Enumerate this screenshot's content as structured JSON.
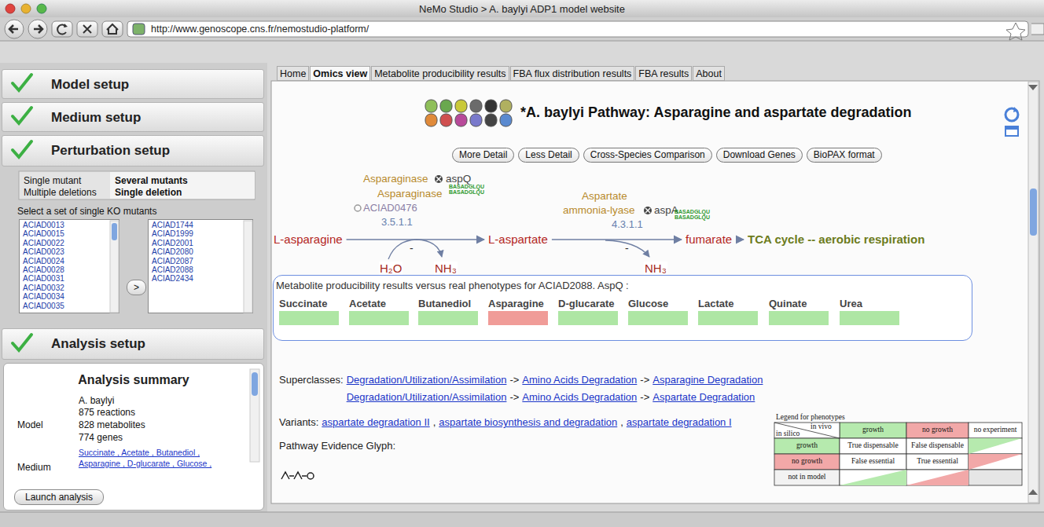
{
  "diagram": {
    "title": "*A. baylyi Pathway: Asparagine and aspartate degradation",
    "nodes": [
      {
        "text": [
          "Model setup"
        ]
      },
      {
        "text": [
          "Medium setup"
        ]
      },
      {
        "text": [
          "Perturbation setup"
        ]
      },
      {
        "text": [
          "ACIAD0013",
          "ACIAD0015",
          "ACIAD0022",
          "ACIAD0023",
          "ACIAD0024",
          "ACIAD0028",
          "ACIAD0031",
          "ACIAD0032",
          "ACIAD0034",
          "ACIAD0035"
        ]
      },
      {
        "text": [
          ">"
        ]
      },
      {
        "text": [
          "ACIAD1744",
          "ACIAD1999",
          "ACIAD2001",
          "ACIAD2080",
          "ACIAD2087",
          "ACIAD2088",
          "ACIAD2434"
        ]
      },
      {
        "text": [
          "Analysis setup"
        ]
      },
      {
        "text": [
          "Analysis summary"
        ]
      },
      {
        "text": [
          "Launch analysis"
        ]
      },
      {
        "text": [
          "Home"
        ]
      },
      {
        "text": [
          "Omics view"
        ]
      },
      {
        "text": [
          "Metabolite producibility results"
        ]
      },
      {
        "text": [
          "FBA flux distribution results"
        ]
      },
      {
        "text": [
          "FBA results"
        ]
      },
      {
        "text": [
          "About"
        ]
      },
      {
        "text": [
          "More Detail"
        ]
      },
      {
        "text": [
          "Less Detail"
        ]
      },
      {
        "text": [
          "Cross-Species Comparison"
        ]
      },
      {
        "text": [
          "Download Genes"
        ]
      },
      {
        "text": [
          "BioPAX format"
        ]
      },
      {
        "text": [
          "L-asparagine"
        ]
      },
      {
        "text": [
          "L-aspartate"
        ]
      },
      {
        "text": [
          "fumarate"
        ]
      },
      {
        "text": [
          "TCA cycle -- aerobic respiration"
        ]
      },
      {
        "text": [
          "Metabolite producibility results versus real phenotypes for ACIAD2088. AspQ :"
        ]
      },
      {
        "text": [
          "Succinate"
        ],
        "in": 24
      },
      {
        "text": [
          "Acetate"
        ],
        "in": 24
      },
      {
        "text": [
          "Butanediol"
        ],
        "in": 24
      },
      {
        "text": [
          "Asparagine"
        ],
        "in": 24
      },
      {
        "text": [
          "D-glucarate"
        ],
        "in": 24
      },
      {
        "text": [
          "Glucose"
        ],
        "in": 24
      },
      {
        "text": [
          "Lactate"
        ],
        "in": 24
      },
      {
        "text": [
          "Quinate"
        ],
        "in": 24
      },
      {
        "text": [
          "Urea"
        ],
        "in": 24
      }
    ],
    "edges": [
      {
        "from": 20,
        "to": 21,
        "arrow": "to"
      },
      {
        "from": 21,
        "to": 22,
        "arrow": "to"
      },
      {
        "from": 22,
        "to": 23,
        "arrow": "to"
      }
    ],
    "labels": [
      "NeMo Studio > A. baylyi ADP1 model website",
      "http://www.genoscope.cns.fr/nemostudio-platform/",
      "Single mutant",
      "Several mutants",
      "Multiple deletions",
      "Single deletion",
      "Select a set of single KO mutants",
      "A. baylyi",
      "875 reactions",
      "Model",
      "828 metabolites",
      "774 genes",
      "Succinate , Acetate , Butanediol ,",
      "Medium",
      "Asparagine , D-glucarate , Glucose ,",
      "Asparaginase",
      "aspQ",
      "BASADGLQU",
      "BASADGLQU",
      "Asparaginase",
      "ACIAD0476",
      "3.5.1.1",
      "Aspartate",
      "ammonia-lyase",
      "aspA",
      "BASADGLQU",
      "BASADGLQU",
      "4.3.1.1",
      "-",
      "-",
      "H₂O",
      "NH₃",
      "NH₃",
      "Superclasses:",
      "Degradation/Utilization/Assimilation",
      "->",
      "Amino Acids Degradation",
      "->",
      "Asparagine Degradation",
      "Degradation/Utilization/Assimilation",
      "->",
      "Amino Acids Degradation",
      "->",
      "Aspartate Degradation",
      "Variants:",
      "aspartate degradation II",
      ",",
      "aspartate biosynthesis and degradation",
      ",",
      "aspartate degradation I",
      "Pathway Evidence Glyph:",
      "Legend for phenotypes",
      "in vivo",
      "in silico",
      "growth",
      "no growth",
      "no experiment",
      "growth",
      "True dispensable",
      "False dispensable",
      "no growth",
      "False essential",
      "True essential",
      "not in model"
    ]
  }
}
